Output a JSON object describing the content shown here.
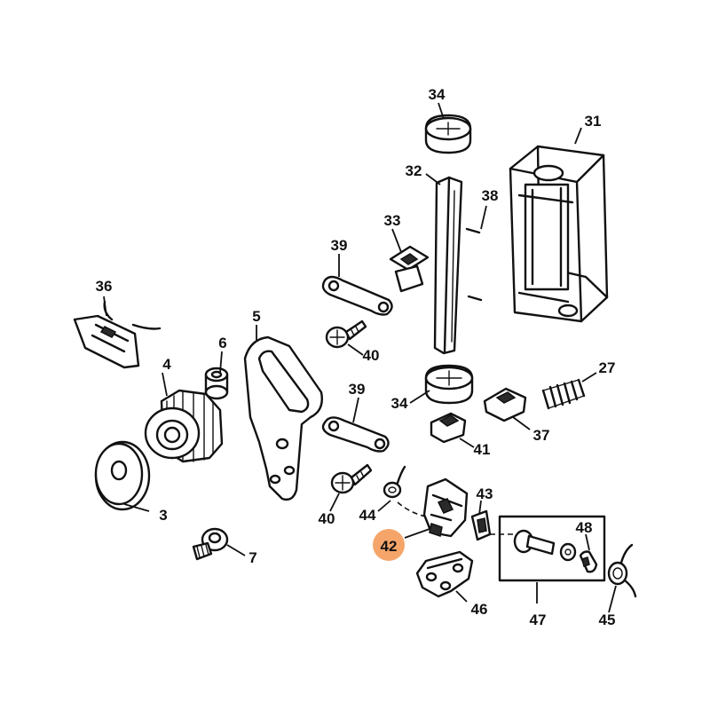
{
  "highlight_color": "#f5a56a",
  "highlighted_label": "42",
  "labels": {
    "p3": "3",
    "p4": "4",
    "p5": "5",
    "p6": "6",
    "p7": "7",
    "p27": "27",
    "p31": "31",
    "p32": "32",
    "p33": "33",
    "p34a": "34",
    "p34b": "34",
    "p36": "36",
    "p37": "37",
    "p38": "38",
    "p39a": "39",
    "p39b": "39",
    "p40a": "40",
    "p40b": "40",
    "p41": "41",
    "p42": "42",
    "p43": "43",
    "p44": "44",
    "p45": "45",
    "p46": "46",
    "p47": "47",
    "p48": "48"
  }
}
